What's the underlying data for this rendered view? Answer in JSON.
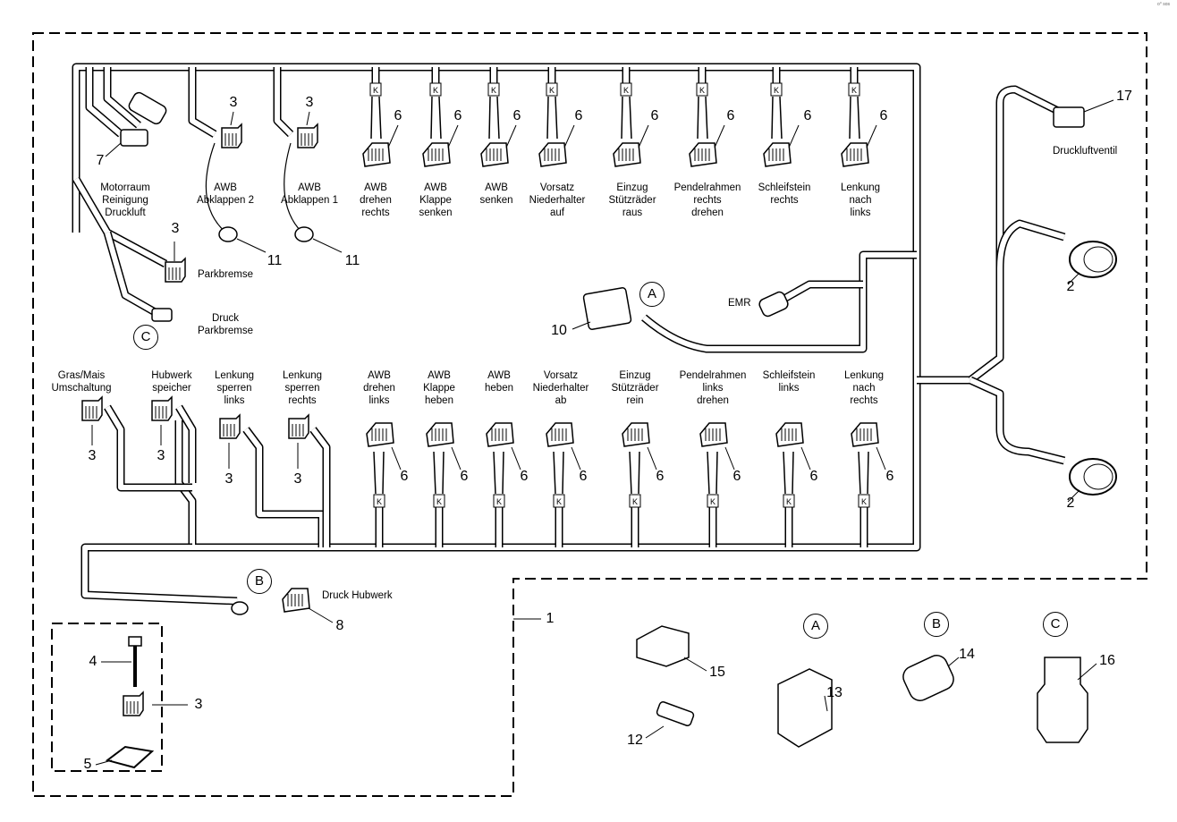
{
  "corner_mark": "o° sos",
  "top_labels": [
    "Motorraum\nReinigung\nDruckluft",
    "AWB\nAbklappen 2",
    "AWB\nAbklappen 1",
    "AWB\ndrehen\nrechts",
    "AWB\nKlappe\nsenken",
    "AWB\nsenken",
    "Vorsatz\nNiederhalter\nauf",
    "Einzug\nStützräder\nraus",
    "Pendelrahmen\nrechts\ndrehen",
    "Schleifstein\nrechts",
    "Lenkung\nnach\nlinks"
  ],
  "bottom_labels": [
    "Gras/Mais\nUmschaltung",
    "Hubwerk\nspeicher",
    "Lenkung\nsperren\nlinks",
    "Lenkung\nsperren\nrechts",
    "AWB\ndrehen\nlinks",
    "AWB\nKlappe\nheben",
    "AWB\nheben",
    "Vorsatz\nNiederhalter\nab",
    "Einzug\nStützräder\nrein",
    "Pendelrahmen\nlinks\ndrehen",
    "Schleifstein\nlinks",
    "Lenkung\nnach\nrechts"
  ],
  "other_labels": {
    "parkbremse": "Parkbremse",
    "druck_parkbremse": "Druck\nParkbremse",
    "emr": "EMR",
    "druckluftventil": "Druckluftventil",
    "druck_hubwerk": "Druck Hubwerk"
  },
  "callouts": {
    "top_6": "6",
    "top_3": "3",
    "n7": "7",
    "n11": "11",
    "n17": "17",
    "n2": "2",
    "n10": "10",
    "n8": "8",
    "n1": "1",
    "bottom_3": "3",
    "bottom_6": "6",
    "n4": "4",
    "n5": "5",
    "n15": "15",
    "n12": "12",
    "n13": "13",
    "n14": "14",
    "n16": "16"
  },
  "circle_refs": {
    "A": "A",
    "B": "B",
    "C": "C"
  },
  "relay_mark": "K"
}
